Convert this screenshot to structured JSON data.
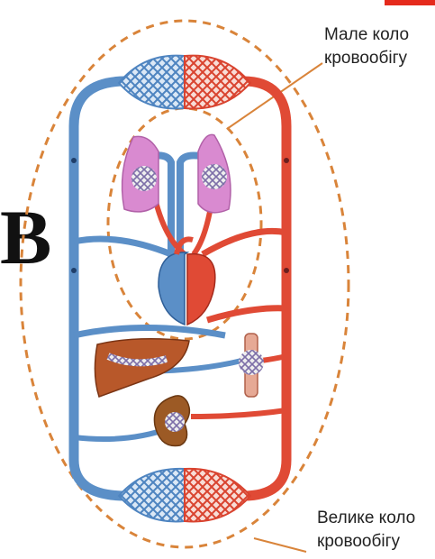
{
  "labels": {
    "pulmonary_circulation": [
      "Мале коло",
      "кровообігу"
    ],
    "systemic_circulation": [
      "Велике коло",
      "кровообігу"
    ]
  },
  "side_letter": "В",
  "colors": {
    "venous": "#5b8fc7",
    "arterial": "#e04a35",
    "outline": "#d9843a",
    "lungs": "#d98ad0",
    "liver": "#b8582a",
    "kidney": "#9c5a25",
    "corner_mark": "#e52a1c"
  },
  "icons": [
    "capillary-network-icon",
    "lungs-icon",
    "heart-icon",
    "liver-icon",
    "kidney-icon",
    "intestine-icon"
  ]
}
